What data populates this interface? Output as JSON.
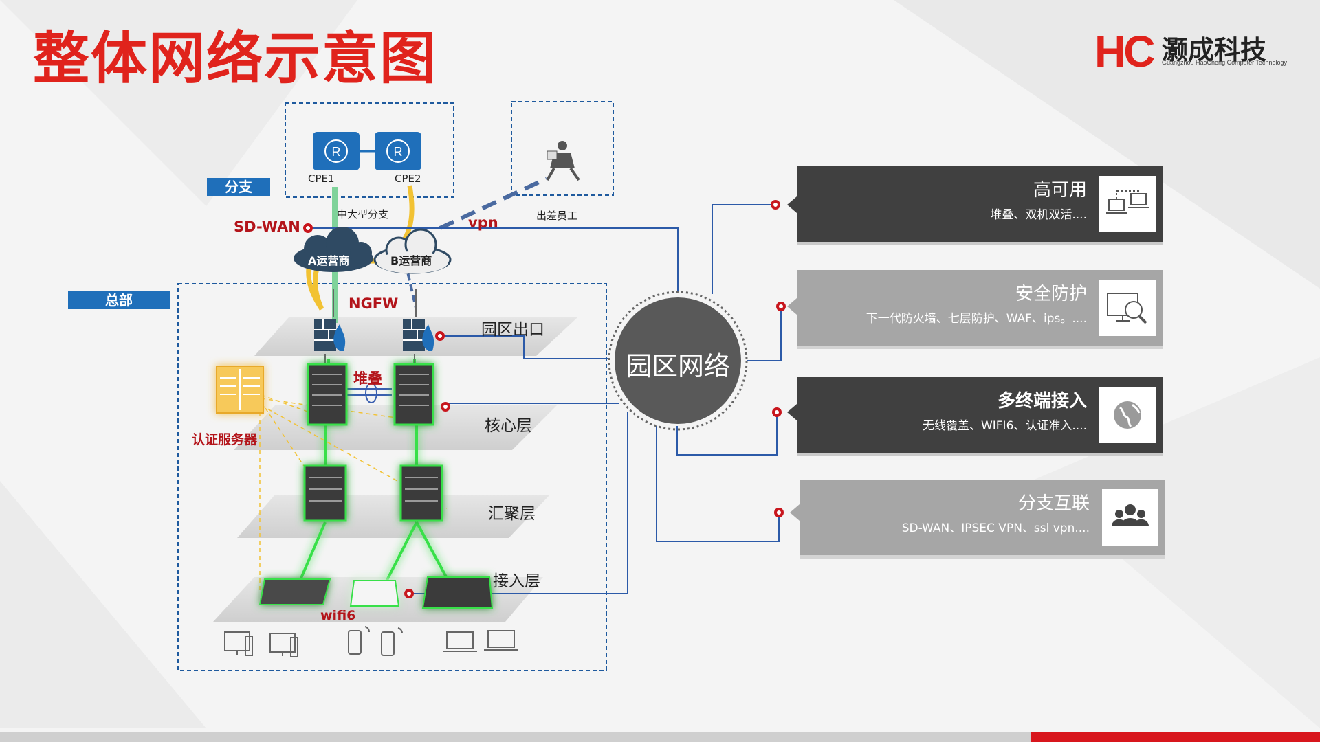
{
  "title": "整体网络示意图",
  "logo": {
    "mark": "HC",
    "name_cn": "灏成科技",
    "name_en": "Guangzhou HaoCheng Computer Technology"
  },
  "branch": {
    "tag": "分支",
    "cpe1": "CPE1",
    "cpe2": "CPE2",
    "caption": "中大型分支",
    "remote_caption": "出差员工"
  },
  "links": {
    "sdwan": "SD-WAN",
    "vpn": "vpn",
    "isp_a": "A运营商",
    "isp_b": "B运营商"
  },
  "hq": {
    "tag": "总部",
    "ngfw": "NGFW",
    "stack": "堆叠",
    "auth_server": "认证服务器",
    "wifi": "wifi6",
    "layers": {
      "exit": "园区出口",
      "core": "核心层",
      "aggregation": "汇聚层",
      "access": "接入层"
    }
  },
  "hub": "园区网络",
  "colors": {
    "title": "#e0231c",
    "tag": "#1f6fba",
    "dark_card": "#404040",
    "light_card": "#a6a6a6",
    "link_red": "#c8161d",
    "green": "#38e04a",
    "yellow": "#f2c233"
  },
  "cards": [
    {
      "title": "高可用",
      "subtitle": "堆叠、双机双活....",
      "icon": "network-laptops-icon",
      "style": "dark"
    },
    {
      "title": "安全防护",
      "subtitle": "下一代防火墙、七层防护、WAF、ips。....",
      "icon": "security-monitor-icon",
      "style": "light"
    },
    {
      "title": "多终端接入",
      "subtitle": "无线覆盖、WIFI6、认证准入....",
      "icon": "globe-icon",
      "style": "dark"
    },
    {
      "title": "分支互联",
      "subtitle": "SD-WAN、IPSEC VPN、ssl vpn....",
      "icon": "users-group-icon",
      "style": "light"
    }
  ]
}
